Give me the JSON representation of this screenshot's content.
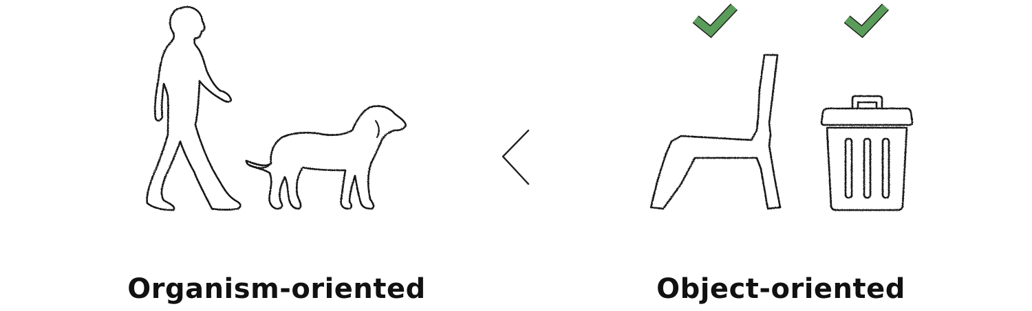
{
  "left_group": {
    "label": "Organism-oriented",
    "figures": [
      "person-walking",
      "dog"
    ]
  },
  "comparison_symbol": "<",
  "right_group": {
    "label": "Object-oriented",
    "figures": [
      "chair",
      "trash-can"
    ],
    "marks": [
      "checkmark",
      "checkmark"
    ]
  },
  "colors": {
    "check_fill": "#5a9d5a",
    "outline": "#151515",
    "text": "#111111",
    "background": "#ffffff"
  }
}
